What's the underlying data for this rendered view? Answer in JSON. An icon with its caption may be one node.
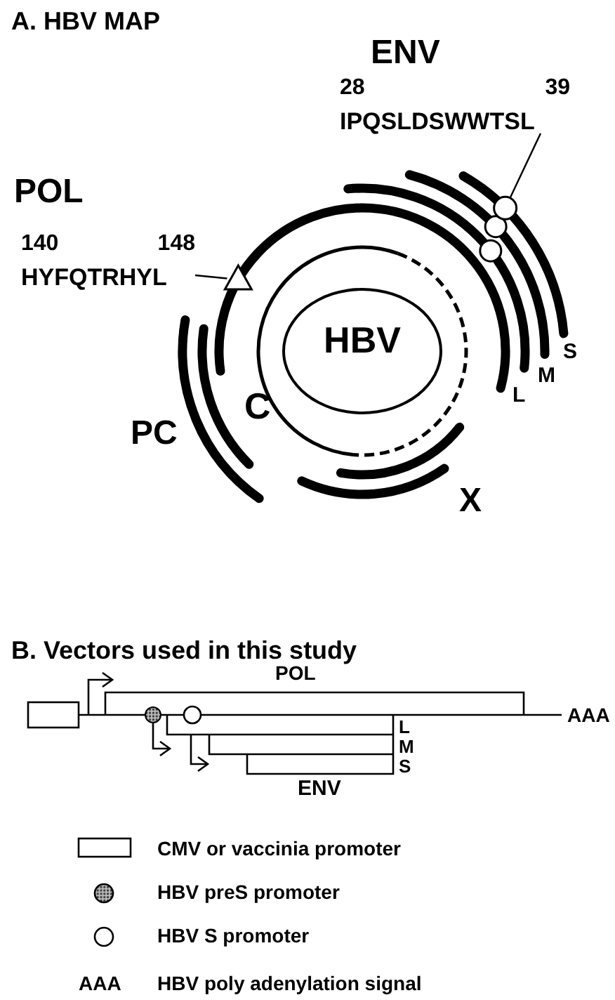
{
  "diagram": {
    "nodes": [
      {
        "text": [
          "28",
          "39",
          "IPQSLDSWWTSL"
        ]
      },
      {
        "text": [],
        "shape": "circle"
      },
      {
        "text": [
          "140",
          "148",
          "HYFQTRHYL"
        ]
      },
      {
        "text": [],
        "shape": "triangle"
      },
      {
        "text": [
          "HBV"
        ]
      }
    ],
    "edges": [
      {
        "from": 0,
        "to": 1,
        "arrow": "none"
      },
      {
        "from": 2,
        "to": 3,
        "arrow": "none"
      }
    ],
    "labels": [
      "A. HBV MAP",
      "ENV",
      "POL",
      "S",
      "M",
      "L",
      "C",
      "PC",
      "X",
      "B. Vectors used in this study",
      "POL",
      "AAA",
      "L",
      "M",
      "S",
      "ENV",
      "AAA"
    ],
    "legend": [
      {
        "text": "CMV or vaccinia promoter"
      },
      {
        "text": "HBV preS promoter"
      },
      {
        "text": "HBV S promoter"
      },
      {
        "text": "HBV poly adenylation signal"
      }
    ]
  }
}
